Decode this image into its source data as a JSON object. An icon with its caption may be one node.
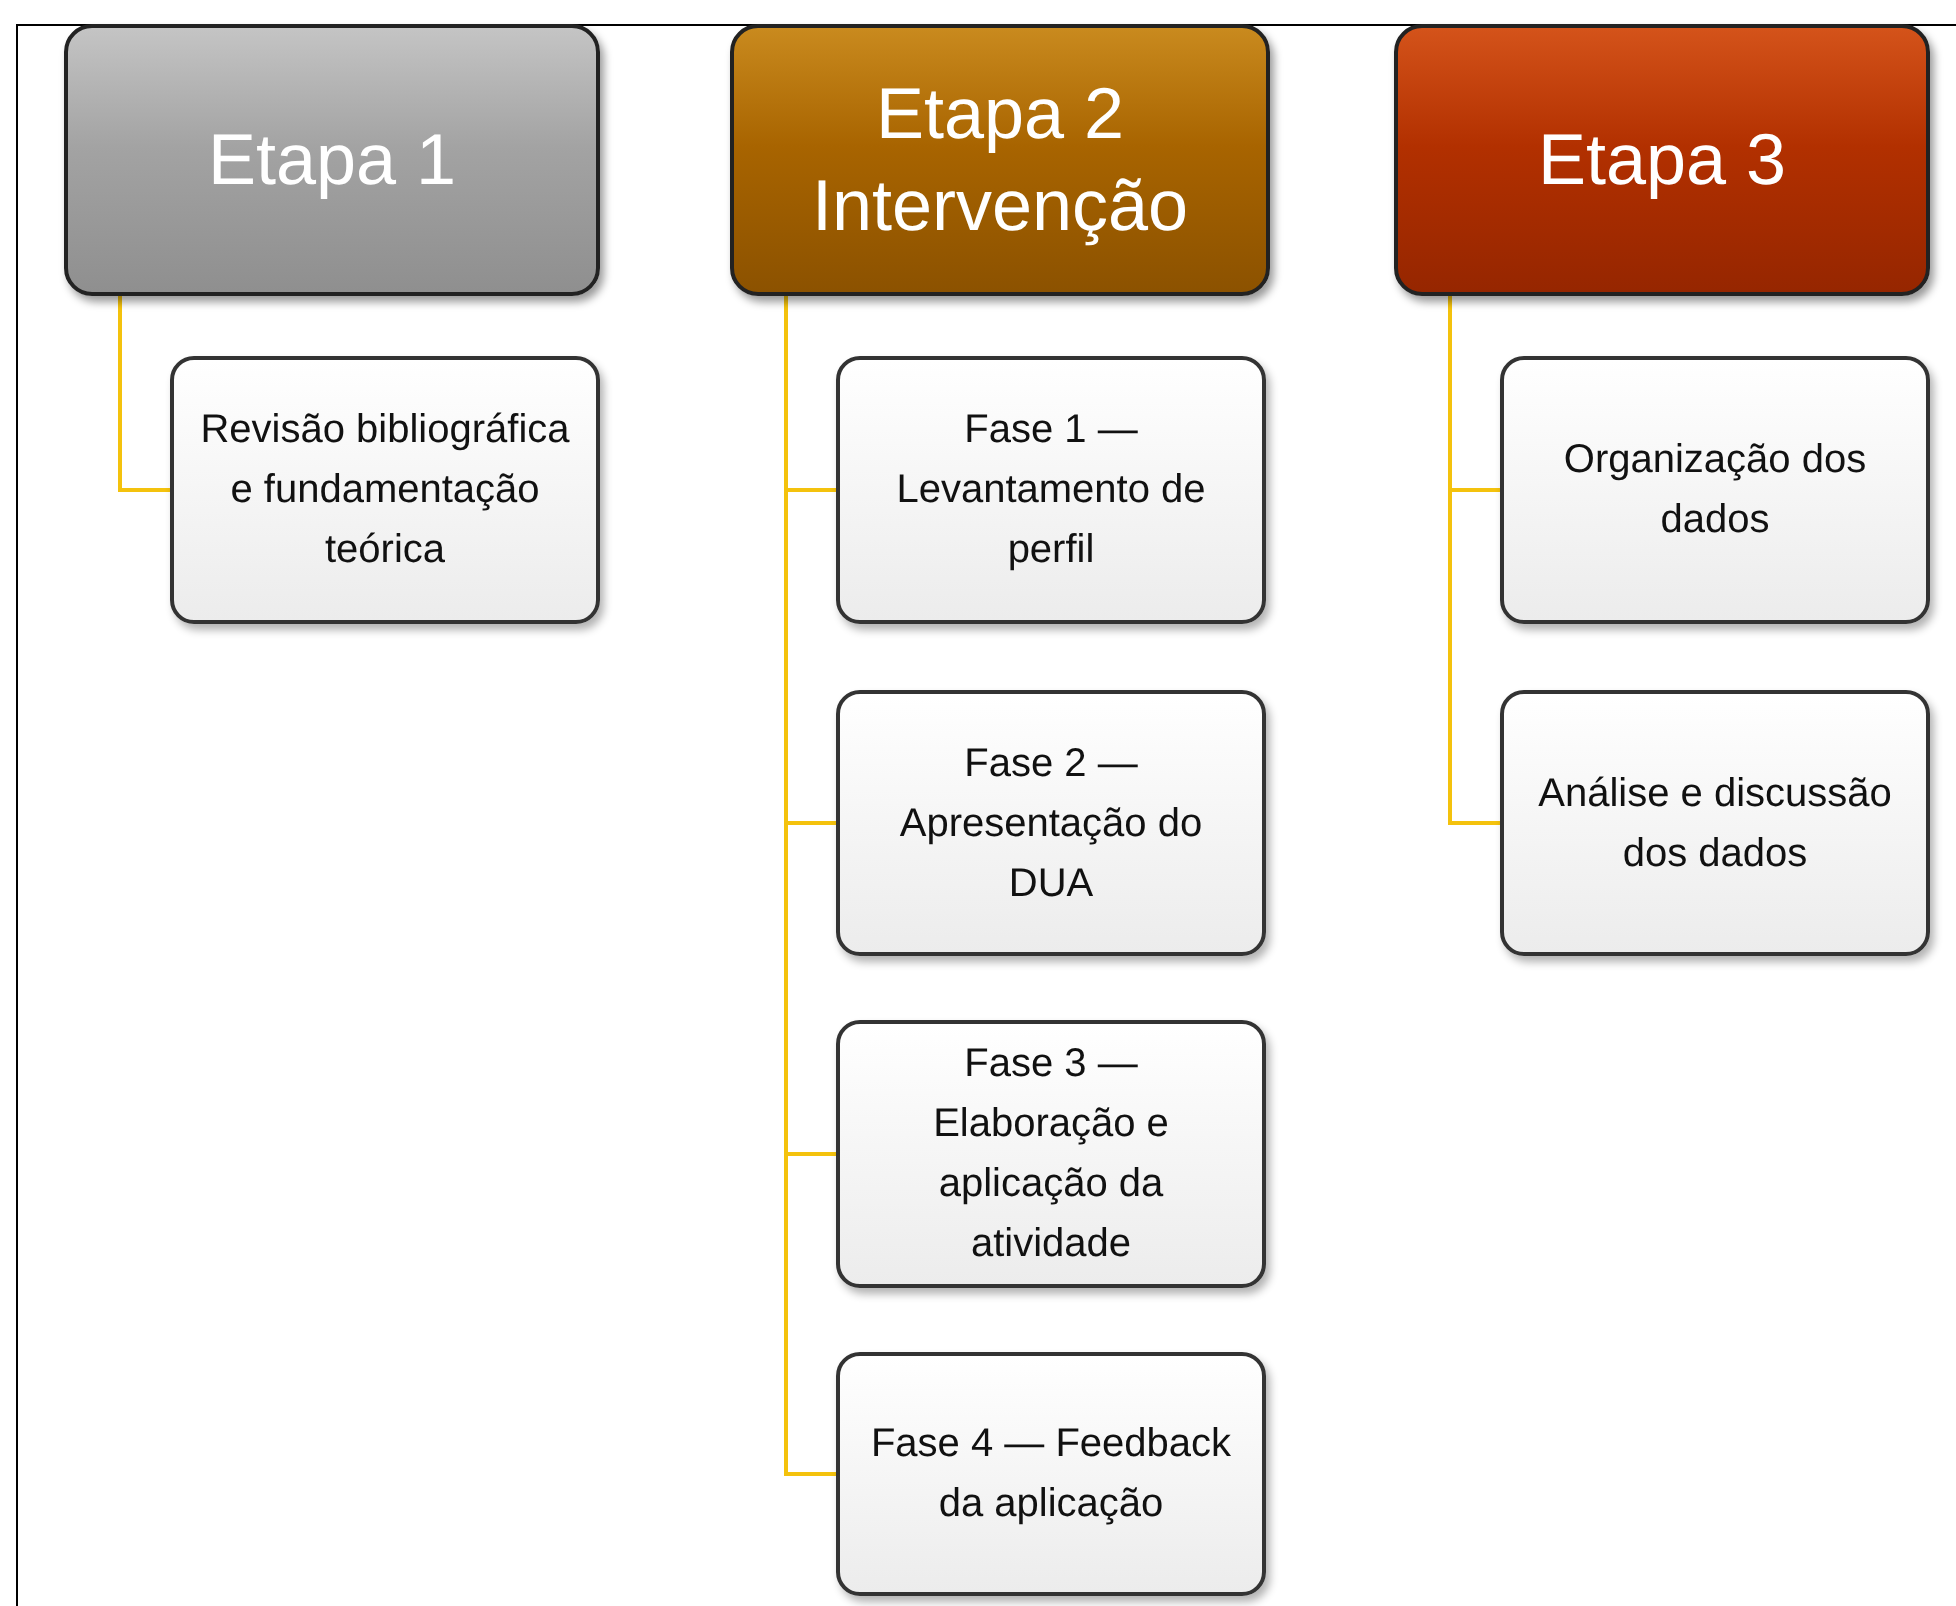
{
  "diagram": {
    "nodes": [
      {
        "text": [
          "Etapa 1"
        ]
      },
      {
        "text": [
          "Revisão bibliográfica e fundamentação teórica"
        ]
      },
      {
        "text": [
          "Etapa 2 Intervenção"
        ]
      },
      {
        "text": [
          "Fase 1 — Levantamento de perfil"
        ]
      },
      {
        "text": [
          "Fase 2 — Apresentação do DUA"
        ]
      },
      {
        "text": [
          "Fase 3 — Elaboração e aplicação da atividade"
        ]
      },
      {
        "text": [
          "Fase 4 — Feedback da aplicação"
        ]
      },
      {
        "text": [
          "Etapa 3"
        ]
      },
      {
        "text": [
          "Organização dos dados"
        ]
      },
      {
        "text": [
          "Análise e discussão dos dados"
        ]
      }
    ],
    "edges": [
      {
        "from": 0,
        "to": 1,
        "arrow": "none"
      },
      {
        "from": 2,
        "to": 3,
        "arrow": "none"
      },
      {
        "from": 2,
        "to": 4,
        "arrow": "none"
      },
      {
        "from": 2,
        "to": 5,
        "arrow": "none"
      },
      {
        "from": 2,
        "to": 6,
        "arrow": "none"
      },
      {
        "from": 7,
        "to": 8,
        "arrow": "none"
      },
      {
        "from": 7,
        "to": 9,
        "arrow": "none"
      }
    ]
  }
}
